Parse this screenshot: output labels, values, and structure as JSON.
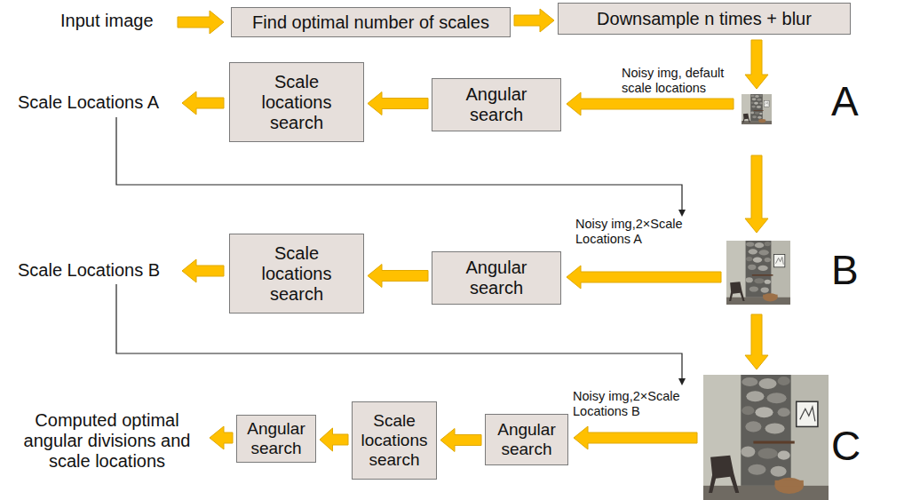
{
  "diagram": {
    "nodes": [
      {
        "text": [
          "Find optimal number of scales"
        ]
      },
      {
        "text": [
          "Downsample n times + blur"
        ]
      },
      {
        "text": [
          "Angular search"
        ]
      },
      {
        "text": [
          "Scale locations search"
        ]
      },
      {
        "text": [
          "Angular search"
        ]
      },
      {
        "text": [
          "Scale locations search"
        ]
      },
      {
        "text": [
          "Angular search"
        ]
      },
      {
        "text": [
          "Scale locations search"
        ]
      },
      {
        "text": [
          "Angular search"
        ]
      }
    ],
    "edges": [
      {
        "from": 0,
        "to": 1,
        "arrow": "to"
      },
      {
        "from": 2,
        "to": 3,
        "arrow": "to"
      },
      {
        "from": 4,
        "to": 5,
        "arrow": "to"
      },
      {
        "from": 6,
        "to": 7,
        "arrow": "to"
      },
      {
        "from": 7,
        "to": 8,
        "arrow": "to"
      }
    ],
    "labels": [
      "Input image",
      "Noisy img, default scale locations",
      "Scale Locations A",
      "A",
      "Noisy img,2×Scale Locations A",
      "Scale Locations B",
      "B",
      "Noisy img,2×Scale Locations B",
      "C",
      "Computed optimal angular divisions and scale locations"
    ]
  }
}
